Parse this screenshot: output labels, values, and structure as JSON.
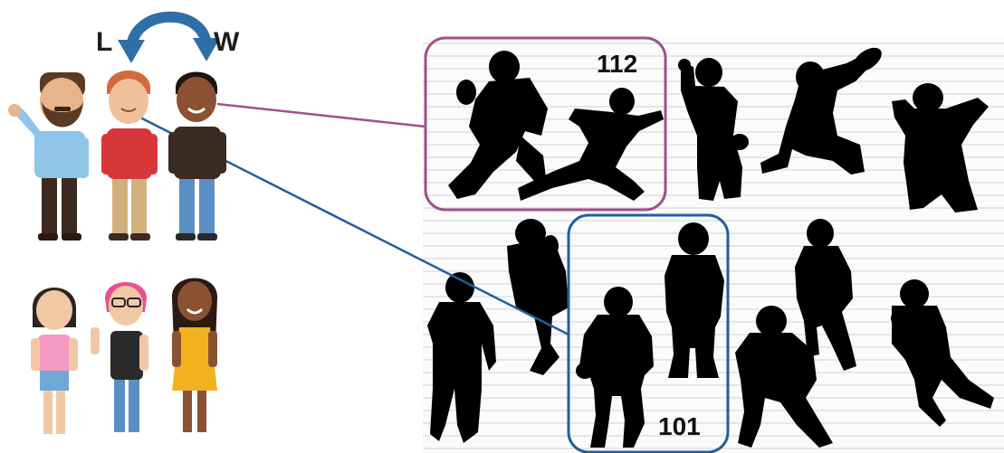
{
  "swap": {
    "left_label": "L",
    "right_label": "W"
  },
  "groups": [
    {
      "id": "pink",
      "count": "112"
    },
    {
      "id": "blue",
      "count": "101"
    }
  ],
  "colors": {
    "swap_arrow": "#2f6fa8",
    "pink_link": "#a0508c",
    "blue_link": "#1f5f9e",
    "silhouette": "#000000",
    "panel_lines": "#d9d9df"
  },
  "people": {
    "men": [
      "bearded-man",
      "red-haired-man",
      "dark-skinned-man"
    ],
    "women": [
      "dark-haired-woman",
      "pink-haired-woman",
      "woman-in-yellow-dress"
    ]
  }
}
